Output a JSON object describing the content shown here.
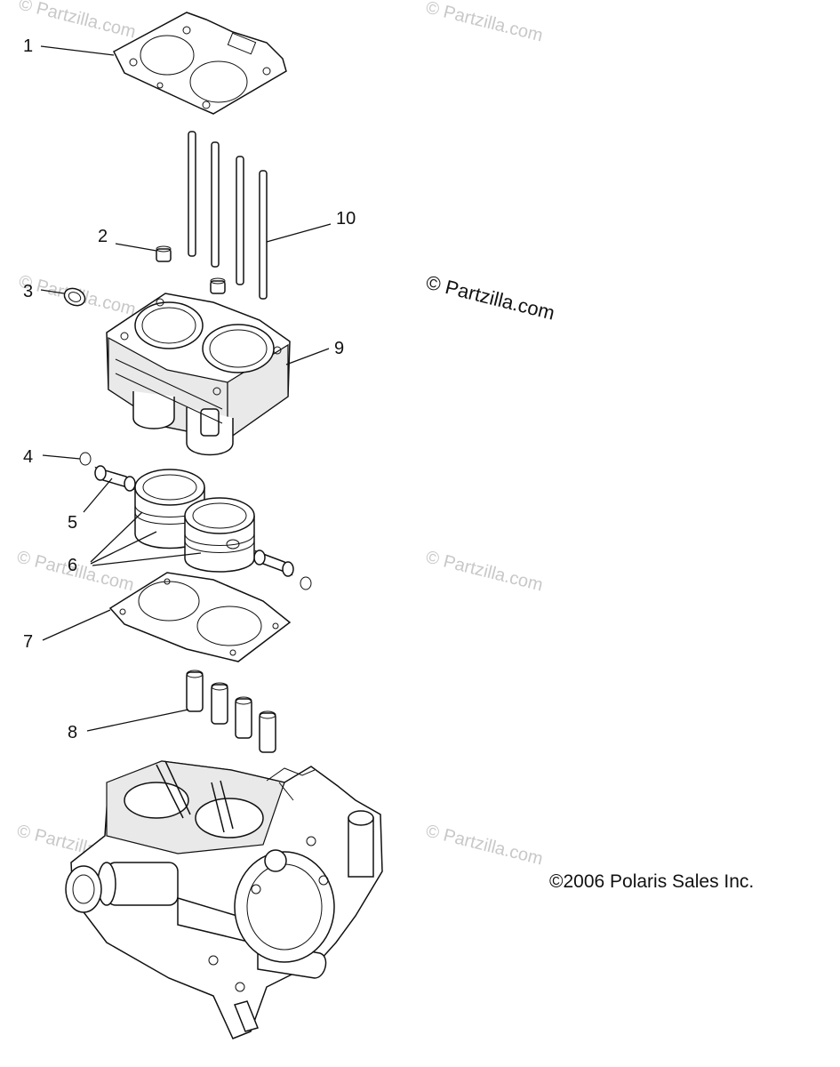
{
  "callouts": [
    {
      "id": "1",
      "label": "1"
    },
    {
      "id": "2",
      "label": "2"
    },
    {
      "id": "3",
      "label": "3"
    },
    {
      "id": "4",
      "label": "4"
    },
    {
      "id": "5",
      "label": "5"
    },
    {
      "id": "6",
      "label": "6"
    },
    {
      "id": "7",
      "label": "7"
    },
    {
      "id": "8",
      "label": "8"
    },
    {
      "id": "9",
      "label": "9"
    },
    {
      "id": "10",
      "label": "10"
    }
  ],
  "watermark": {
    "main": "© Partzilla.com",
    "tile": "© Partzilla.com"
  },
  "copyright": "©2006 Polaris Sales Inc."
}
